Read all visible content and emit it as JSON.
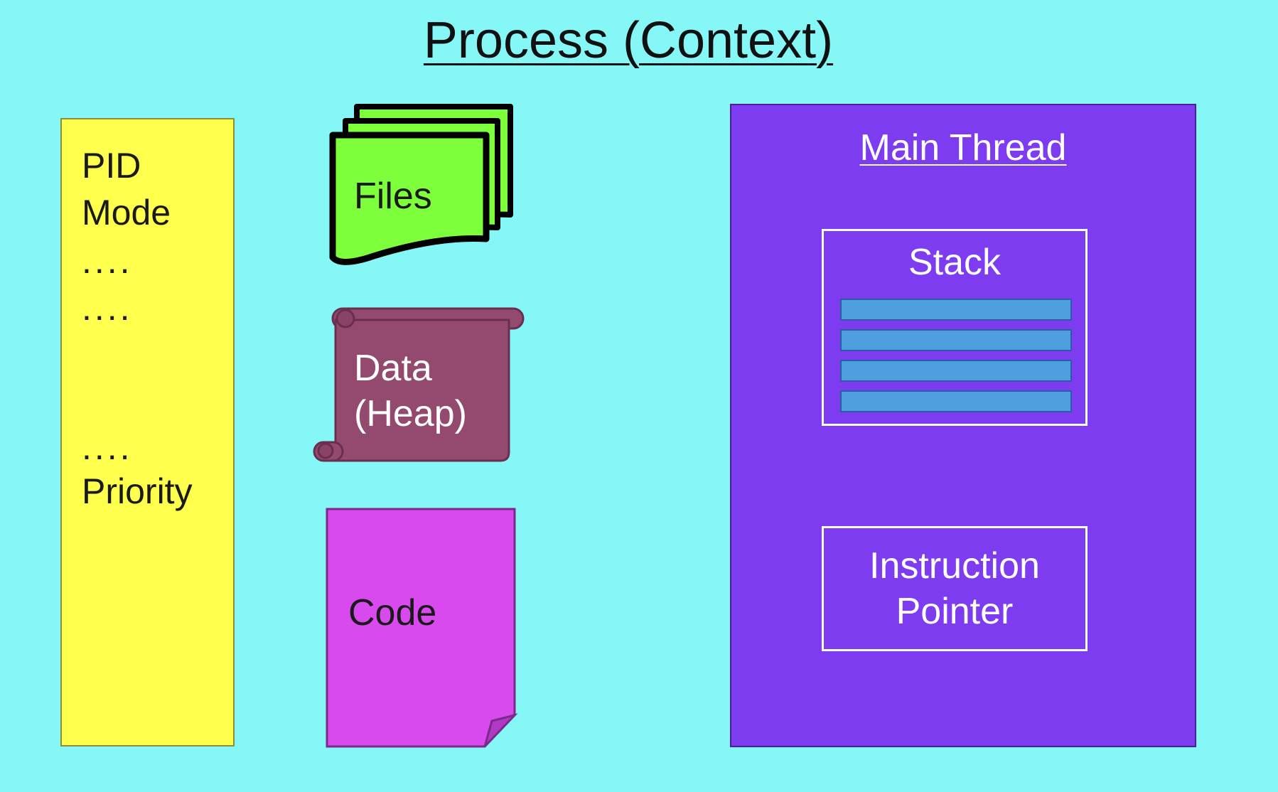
{
  "title": "Process (Context)",
  "pcb": {
    "line1": "PID",
    "line2": "Mode",
    "dots1": "....",
    "dots2": "....",
    "dots3": "....",
    "line_last": "Priority"
  },
  "files": {
    "label": "Files"
  },
  "data_heap": {
    "line1": "Data",
    "line2": "(Heap)"
  },
  "code": {
    "label": "Code"
  },
  "main_thread": {
    "title": "Main Thread",
    "stack": {
      "title": "Stack",
      "rows": 4
    },
    "instruction_pointer": {
      "line1": "Instruction",
      "line2": "Pointer"
    }
  },
  "colors": {
    "background": "#86f7f7",
    "pcb": "#ffff4d",
    "files": "#7dff3c",
    "data_heap": "#944a6e",
    "code": "#d849ee",
    "main_thread": "#7e3cf0",
    "stack_row": "#4f9fdf"
  }
}
